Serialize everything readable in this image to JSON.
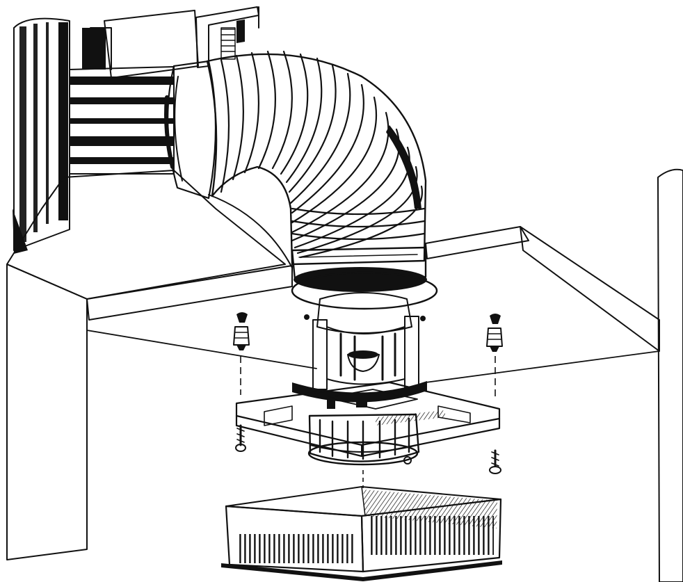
{
  "diagram": {
    "components": [
      {
        "id": "outlet-pipe",
        "icon": "outlet-pipe-icon"
      },
      {
        "id": "wall-bracket",
        "icon": "bracket-icon"
      },
      {
        "id": "flexible-duct",
        "icon": "flexible-duct-icon"
      },
      {
        "id": "ceiling",
        "icon": "ceiling-icon"
      },
      {
        "id": "fan-motor",
        "icon": "fan-motor-icon"
      },
      {
        "id": "mounting-plate",
        "icon": "mounting-plate-icon"
      },
      {
        "id": "wall-plug",
        "icon": "wall-plug-icon"
      },
      {
        "id": "screw",
        "icon": "screw-icon"
      },
      {
        "id": "grille-cover",
        "icon": "grille-icon"
      }
    ],
    "colors": {
      "ink": "#111111",
      "paper": "#ffffff",
      "shade": "#2b2b2b"
    }
  }
}
